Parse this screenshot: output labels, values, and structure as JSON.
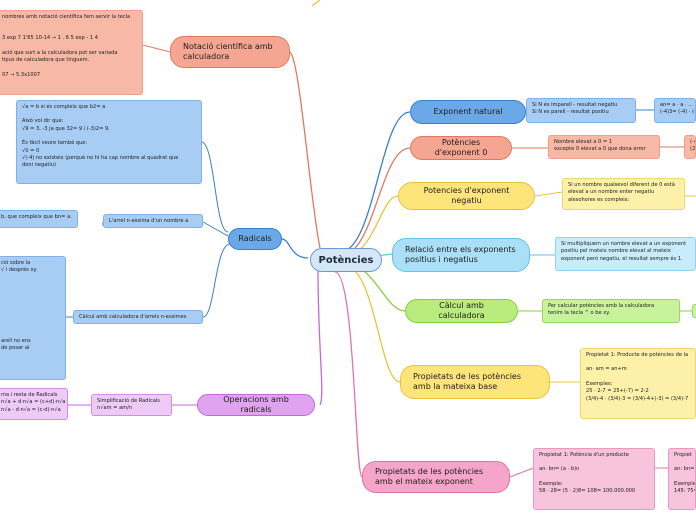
{
  "center": {
    "label": "Potències"
  },
  "branches": {
    "exponent_natural": {
      "label": "Exponent natural",
      "leaves": [
        [
          "Si N és imparell - resultat negatiu",
          "Si N es parell - resultat positiu"
        ],
        [
          "an= a · a · ... ·",
          "(-4)3= (-4) · (-4"
        ]
      ]
    },
    "exponent_0": {
      "label": "Potències d'exponent 0",
      "leaves": [
        [
          "Nombre elevat a 0 = 1",
          "excepte 0 elevat a 0 que dona error"
        ],
        [
          "(-4",
          "(2/"
        ]
      ]
    },
    "exponent_negatiu": {
      "label": "Potencies d'exponent negatiu",
      "leaves": [
        [
          "Si un nombre qualsevol diferent de 0 està",
          "elevat a un nombre enter negatiu",
          "alesohores es compleix:"
        ]
      ]
    },
    "relacio": {
      "label": "Relació entre els exponents positius i negatius",
      "leaves": [
        [
          "Si multipliquem un nombre elevat a un exponent",
          "positiu pel mateix nombre elevat al mateix",
          "exponent però negatiu, el resultat sempre és 1."
        ]
      ]
    },
    "calculadora": {
      "label": "Càlcul amb calculadora",
      "leaves": [
        [
          "Per calcular potències amb la calculadora",
          "tenim la tecla ^ o be xy."
        ]
      ]
    },
    "mateixa_base": {
      "label": "Propietats de les potències amb la mateixa base",
      "leaves": [
        [
          "Propietat 1: Producte de potències de la",
          "",
          "an· am = an+m",
          "",
          "Exemples:",
          "25 · 2-7 = 25+(-7) = 2-2",
          "(3/4)-4 · (3/4)-3 = (3/4)-4+(-3) = (3/4)-7"
        ]
      ]
    },
    "mateix_exponent": {
      "label": "Propietats de les potències amb el mateix exponent",
      "leaves": [
        [
          "Propietat 1: Potència d'un producte",
          "",
          "an· bn= (a · b)n",
          "",
          "Exemple:",
          "58 · 28= (5 · 2)8= 108= 100.000.000"
        ],
        [
          "Propiet",
          "",
          "an: bn= (",
          "",
          "Exemple:",
          "145: 75= ("
        ]
      ]
    },
    "notacio": {
      "label": "Notació científica amb calculadora",
      "leaves": [
        [
          "nombres amb notació científica fem servir la tecla",
          "",
          "",
          "3 exp 7 1'65 10-14 → 1 . 6 5 exp - 1 4",
          "",
          "ació que surt a la calculadora pot ser variada",
          "tipus de calculadora que tinguem.",
          "",
          "07 → 5.3x1007"
        ]
      ]
    },
    "radicals": {
      "label": "Radicals",
      "leaves": [
        [
          "√a = b si és compleix que b2= a",
          "",
          "Això vol dir que:",
          "√9 = 3, -3 ja que 32= 9 i (-3)2= 9.",
          "",
          "És fàcil veure també que:",
          "√0 = 0",
          "√(-4) no existeix (perquè no hi ha cap nombre al quadrat que",
          "doni negatiu)"
        ],
        [
          "L'arrel n-essima d'un nombre a"
        ],
        [
          "b, que compleix que bn= a."
        ],
        [
          "Càlcul amb calculadora d'arrels n-essimes"
        ],
        [
          "ció sobre la",
          "√ i després xy.",
          "",
          "",
          "",
          "",
          "",
          "",
          "",
          "",
          "",
          "arell no ens",
          "de posar al"
        ]
      ]
    },
    "operacions": {
      "label": "Operacions amb radicals",
      "leaves": [
        [
          "Simplificació de Radicals",
          "n√am = am/n"
        ],
        [
          "ma i resta de Radicals",
          "n√a + d·n√a = (c+d)·n√a",
          "n√a - d·n√a = (c-d)·n√a"
        ]
      ]
    }
  }
}
